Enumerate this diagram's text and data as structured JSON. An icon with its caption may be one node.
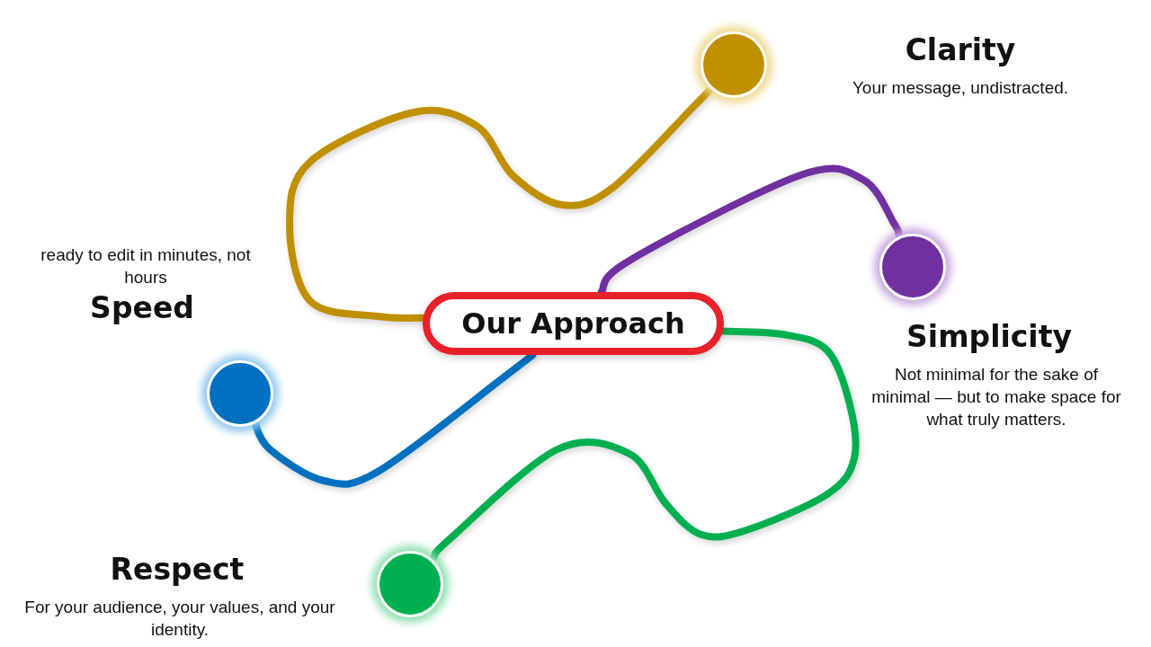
{
  "diagram": {
    "nodes": [
      {
        "text": [
          "Our Approach"
        ]
      },
      {
        "text": [],
        "shape": "circle",
        "beside": [
          "Clarity",
          "Your message, undistracted."
        ]
      },
      {
        "text": [],
        "shape": "circle",
        "beside": [
          "Simplicity",
          "Not minimal for the sake of minimal — but to make space for what truly matters."
        ]
      },
      {
        "text": [],
        "shape": "circle",
        "beside": [
          "ready to edit in minutes, not hours",
          "Speed"
        ]
      },
      {
        "text": [],
        "shape": "circle",
        "beside": [
          "Respect",
          "For your audience, your values, and your identity."
        ]
      }
    ],
    "edges": [
      {
        "from": 0,
        "to": 1,
        "arrow": "none",
        "color": "#c09000"
      },
      {
        "from": 0,
        "to": 2,
        "arrow": "none",
        "color": "#7030a0"
      },
      {
        "from": 0,
        "to": 3,
        "arrow": "none",
        "color": "#0070c0"
      },
      {
        "from": 0,
        "to": 4,
        "arrow": "none",
        "color": "#00b050"
      }
    ]
  }
}
